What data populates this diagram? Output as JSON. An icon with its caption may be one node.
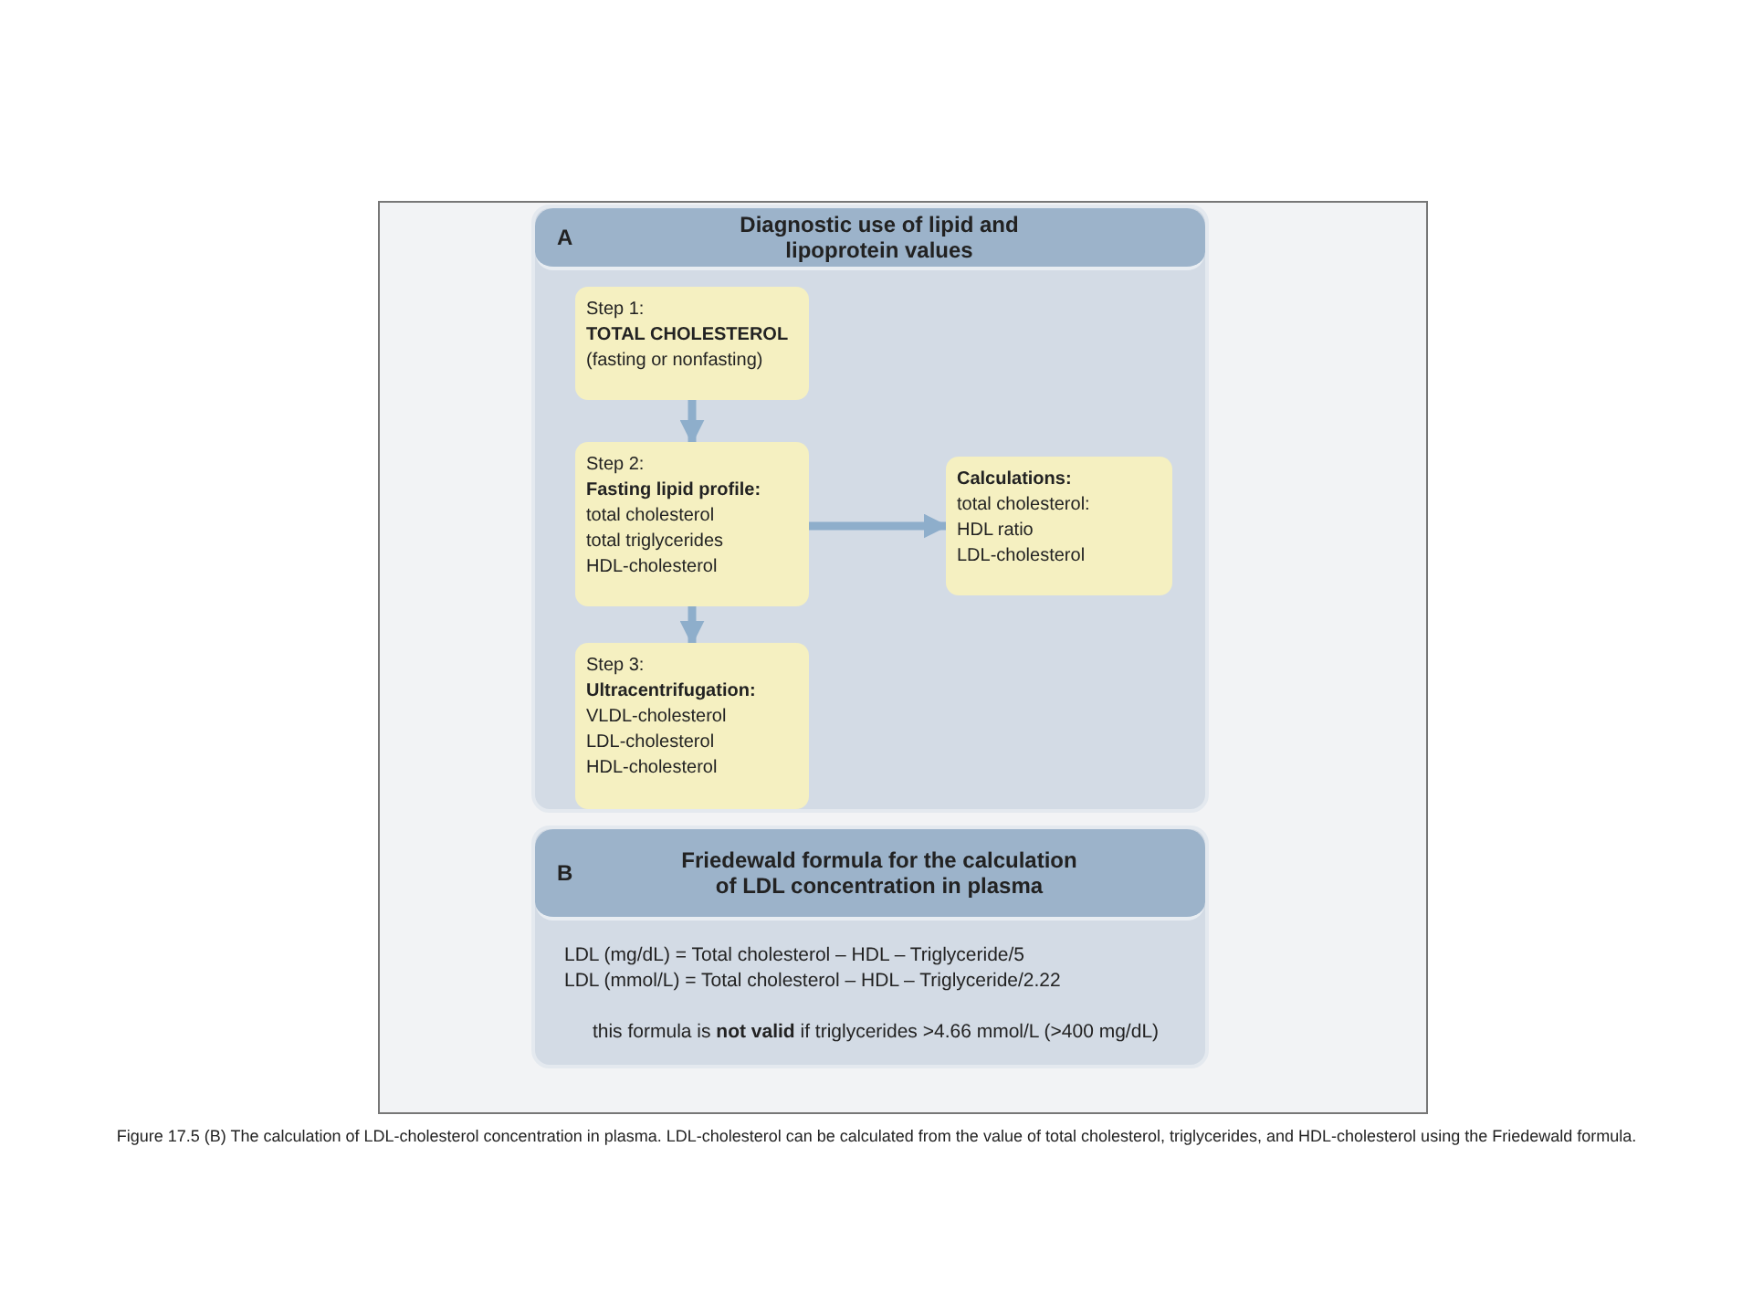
{
  "diagram": {
    "caption": "Figure 17.5 (B) The calculation of LDL-cholesterol concentration in plasma. LDL-cholesterol can be calculated from the value of total cholesterol, triglycerides, and HDL-cholesterol using the Friedewald formula.",
    "nodes": [
      {
        "text": [
          "A",
          "Diagnostic use of lipid and lipoprotein values"
        ]
      },
      {
        "in": 0,
        "text": [
          "Step 1:",
          "TOTAL CHOLESTEROL",
          "(fasting or nonfasting)"
        ]
      },
      {
        "in": 0,
        "text": [
          "Step 2:",
          "Fasting lipid profile:",
          "total cholesterol",
          "total triglycerides",
          "HDL-cholesterol"
        ]
      },
      {
        "in": 0,
        "text": [
          "Step 3:",
          "Ultracentrifugation:",
          "VLDL-cholesterol",
          "LDL-cholesterol",
          "HDL-cholesterol"
        ]
      },
      {
        "in": 0,
        "text": [
          "Calculations:",
          "total cholesterol:",
          "HDL ratio",
          "LDL-cholesterol"
        ]
      },
      {
        "text": [
          "B",
          "Friedewald formula for the calculation of LDL concentration in plasma",
          "LDL (mg/dL) = Total cholesterol – HDL – Triglyceride/5",
          "LDL (mmol/L) = Total cholesterol – HDL – Triglyceride/2.22",
          "this formula is **not valid** if triglycerides  >4.66 mmol/L (>400 mg/dL)"
        ]
      }
    ],
    "edges": [
      {
        "from": 1,
        "to": 2,
        "arrow": "to"
      },
      {
        "from": 2,
        "to": 3,
        "arrow": "to"
      },
      {
        "from": 2,
        "to": 4,
        "arrow": "to"
      }
    ]
  }
}
